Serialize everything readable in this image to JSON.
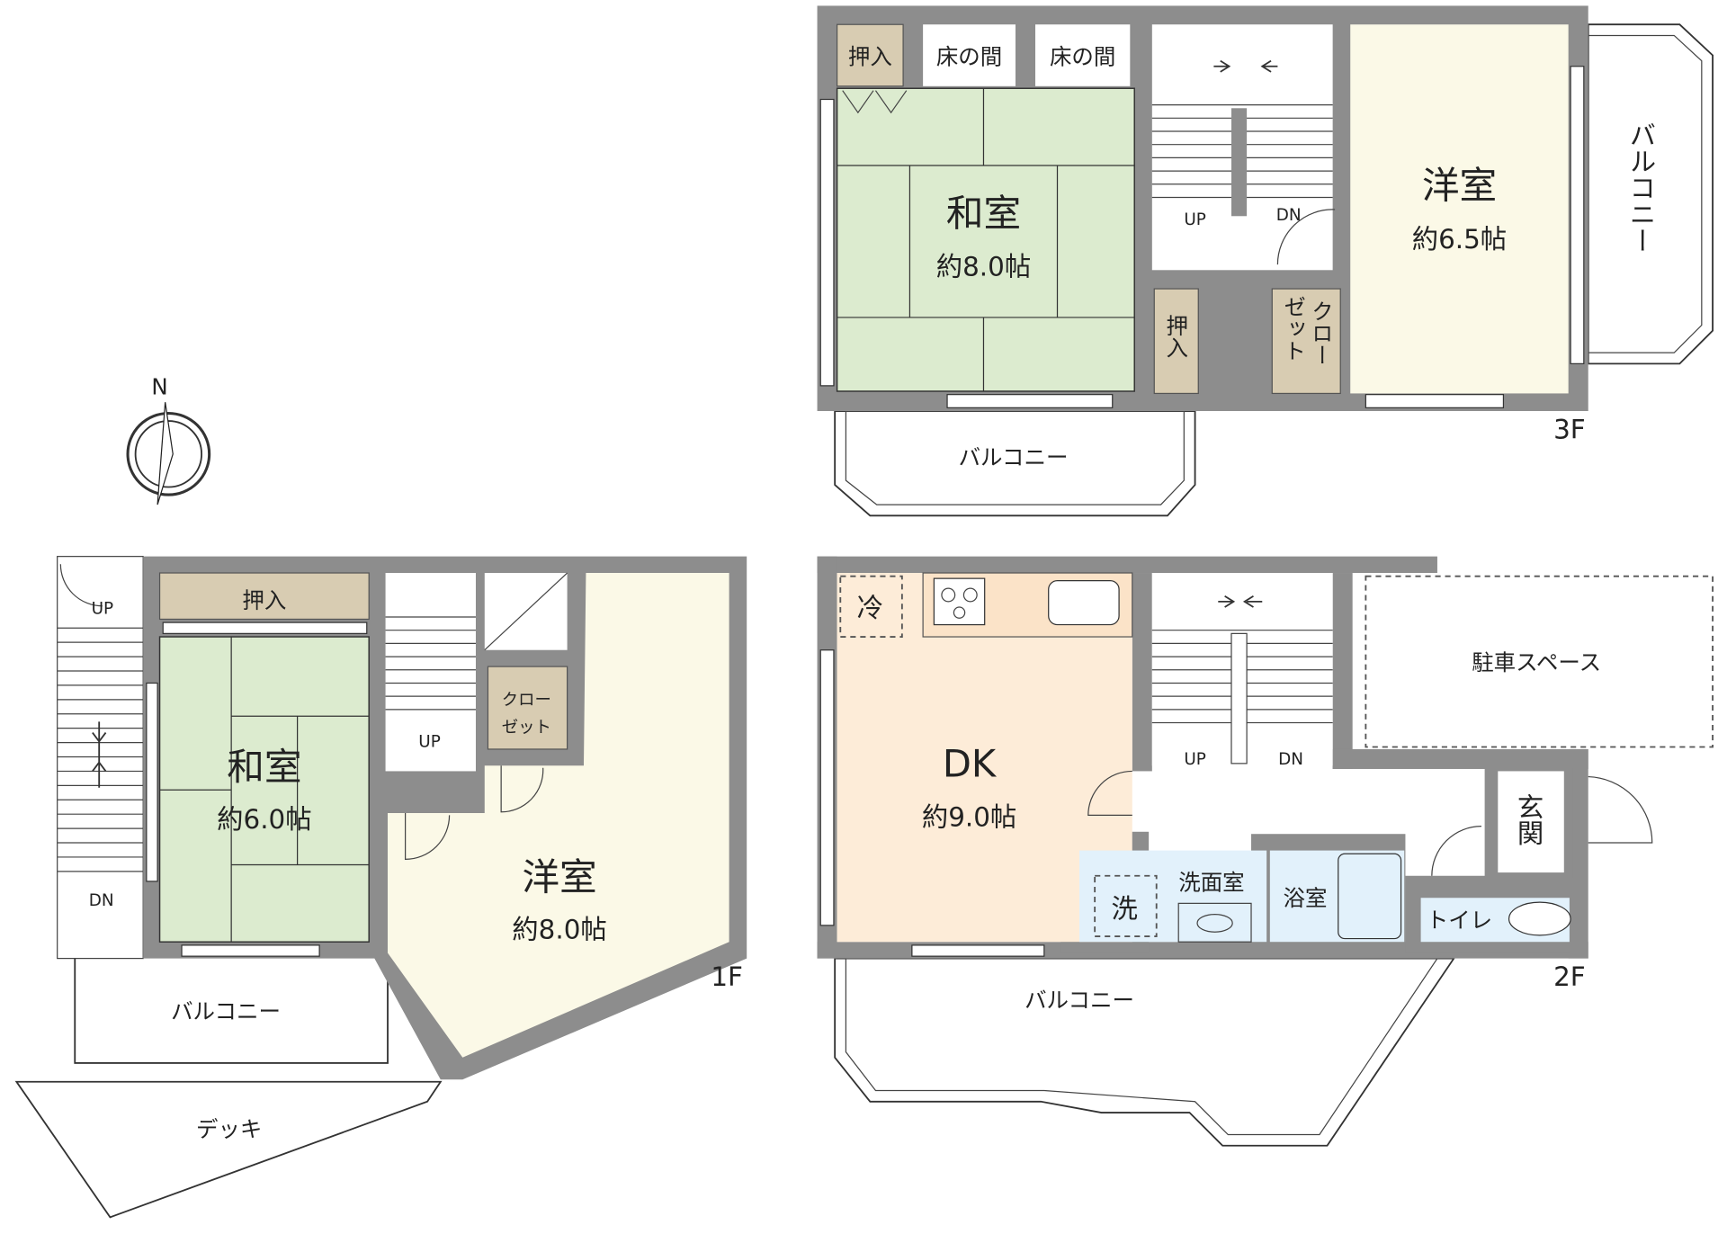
{
  "compass": {
    "north": "N"
  },
  "floor3": {
    "label": "3F",
    "oshiire_top": "押入",
    "tokonoma_1": "床の間",
    "tokonoma_2": "床の間",
    "washitsu": {
      "name": "和室",
      "size": "約8.0帖"
    },
    "yoshitsu": {
      "name": "洋室",
      "size": "約6.5帖"
    },
    "oshiire_hall": "押入",
    "closet_col1": "クロー",
    "closet_col2": "ゼット",
    "stair_up": "UP",
    "stair_dn": "DN",
    "balcony_right": "バルコニー",
    "balcony_bottom": "バルコニー"
  },
  "floor2": {
    "label": "2F",
    "fridge": "冷",
    "dk": {
      "name": "DK",
      "size": "約9.0帖"
    },
    "stair_up": "UP",
    "stair_dn": "DN",
    "parking": "駐車スペース",
    "entrance": "玄関",
    "washer": "洗",
    "washroom": "洗面室",
    "bathroom": "浴室",
    "toilet": "トイレ",
    "balcony": "バルコニー"
  },
  "floor1": {
    "label": "1F",
    "oshiire": "押入",
    "washitsu": {
      "name": "和室",
      "size": "約6.0帖"
    },
    "closet_col1": "クロー",
    "closet_col2": "ゼット",
    "yoshitsu": {
      "name": "洋室",
      "size": "約8.0帖"
    },
    "stair_up": "UP",
    "outer_up": "UP",
    "outer_dn": "DN",
    "balcony": "バルコニー",
    "deck": "デッキ"
  },
  "colors": {
    "wall": "#8d8d8d",
    "tatami": "#dcebcf",
    "western_room": "#fbf9e7",
    "dining_kitchen": "#fdecd8",
    "storage": "#d8ccb2",
    "wet_area": "#e2f1fb"
  }
}
